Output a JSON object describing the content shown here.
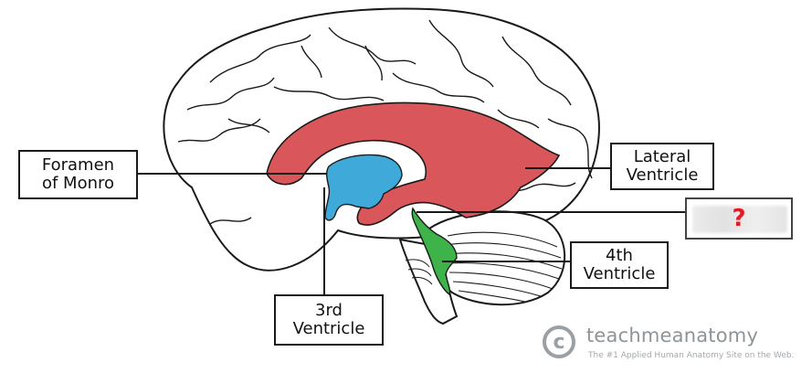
{
  "labels": {
    "foramen": [
      "Foramen",
      "of Monro"
    ],
    "lateral": [
      "Lateral",
      "Ventricle"
    ],
    "unknown": "?",
    "fourth": [
      "4th",
      "Ventricle"
    ],
    "third": [
      "3rd",
      "Ventricle"
    ]
  },
  "watermark": {
    "logo": "c",
    "name": "teachmeanatomy",
    "tagline": "The #1 Applied Human Anatomy Site on the Web."
  },
  "colors": {
    "lateral_ventricle": "#d9575a",
    "third_ventricle": "#3fa9d9",
    "fourth_ventricle": "#3db34a",
    "outline": "#1a1a1a",
    "question_mark": "#e21b2a"
  }
}
